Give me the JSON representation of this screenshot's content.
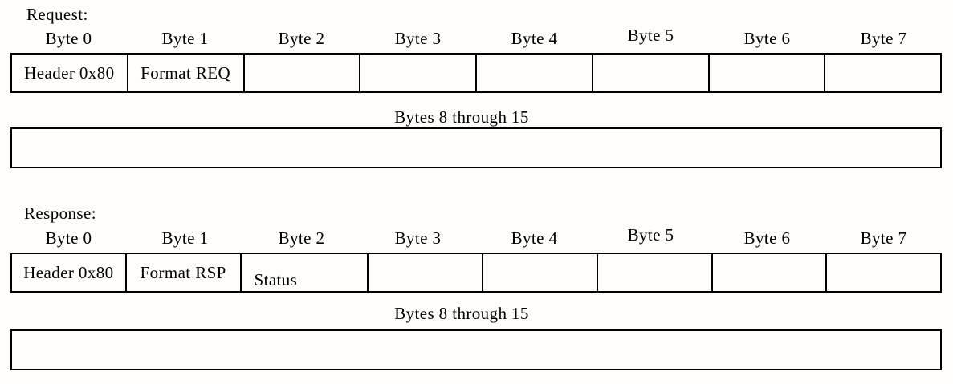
{
  "colors": {
    "background": "#fffefb",
    "border": "#000000",
    "text": "#000000"
  },
  "request": {
    "label": "Request:",
    "byte_headers": [
      "Byte 0",
      "Byte 1",
      "Byte 2",
      "Byte 3",
      "Byte 4",
      "Byte 5",
      "Byte 6",
      "Byte 7"
    ],
    "cells": [
      "Header 0x80",
      "Format REQ",
      "",
      "",
      "",
      "",
      "",
      ""
    ],
    "span_label": "Bytes 8 through 15"
  },
  "response": {
    "label": "Response:",
    "byte_headers": [
      "Byte 0",
      "Byte 1",
      "Byte 2",
      "Byte 3",
      "Byte 4",
      "Byte 5",
      "Byte 6",
      "Byte 7"
    ],
    "cells": [
      "Header 0x80",
      "Format RSP",
      "Status",
      "",
      "",
      "",
      "",
      ""
    ],
    "span_label": "Bytes 8 through 15"
  }
}
